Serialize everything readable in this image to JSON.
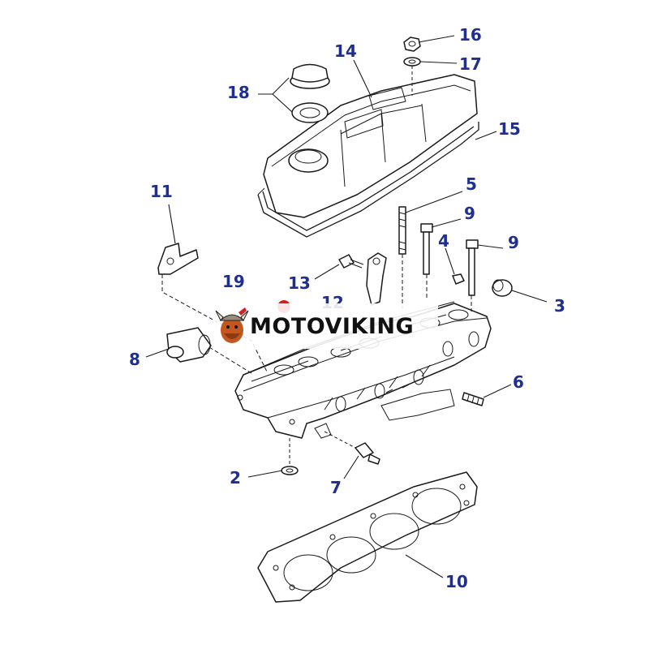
{
  "callouts": [
    {
      "id": "1",
      "label": "16"
    },
    {
      "id": "2",
      "label": "17"
    },
    {
      "id": "3",
      "label": "14"
    },
    {
      "id": "4",
      "label": "18"
    },
    {
      "id": "5",
      "label": "15"
    },
    {
      "id": "6",
      "label": "11"
    },
    {
      "id": "7",
      "label": "5"
    },
    {
      "id": "8",
      "label": "9"
    },
    {
      "id": "9",
      "label": "4"
    },
    {
      "id": "10",
      "label": "9"
    },
    {
      "id": "11",
      "label": "19"
    },
    {
      "id": "12",
      "label": "13"
    },
    {
      "id": "13",
      "label": "12"
    },
    {
      "id": "14",
      "label": "3"
    },
    {
      "id": "15",
      "label": "8"
    },
    {
      "id": "16",
      "label": "6"
    },
    {
      "id": "17",
      "label": "2"
    },
    {
      "id": "18",
      "label": "7"
    },
    {
      "id": "19",
      "label": "10"
    }
  ],
  "watermark": {
    "text": "MOTOVIKING"
  },
  "colors": {
    "callout": "#1f2f8f",
    "line": "#1a1a1a",
    "background": "#ffffff"
  }
}
